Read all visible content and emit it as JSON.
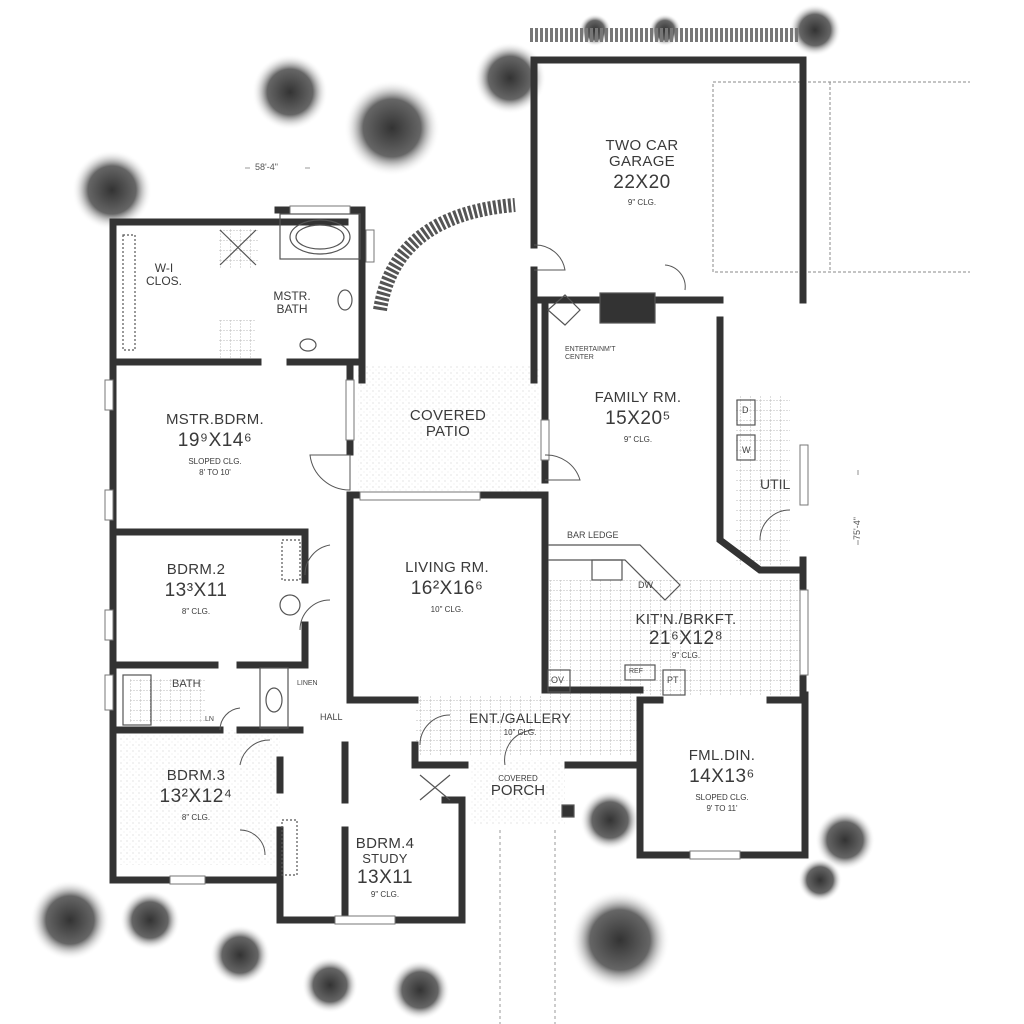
{
  "plan": {
    "overall_width": "58'-4\"",
    "overall_depth": "75'-4\"",
    "rooms": {
      "garage": {
        "name_line1": "TWO CAR",
        "name_line2": "GARAGE",
        "dims": "22X20",
        "ceiling": "9\" CLG."
      },
      "wic": {
        "name_line1": "W-I",
        "name_line2": "CLOS."
      },
      "mstr_bath": {
        "name_line1": "MSTR.",
        "name_line2": "BATH"
      },
      "mstr_bdrm": {
        "name": "MSTR.BDRM.",
        "dims": "19⁹X14⁶",
        "ceiling_line1": "SLOPED CLG.",
        "ceiling_line2": "8' TO 10'"
      },
      "patio": {
        "name_line1": "COVERED",
        "name_line2": "PATIO"
      },
      "family": {
        "name": "FAMILY RM.",
        "dims": "15X20⁵",
        "ceiling": "9\" CLG."
      },
      "entertainment": {
        "line1": "ENTERTAINM'T",
        "line2": "CENTER"
      },
      "util": {
        "name": "UTIL",
        "dryer": "D",
        "washer": "W"
      },
      "bdrm2": {
        "name": "BDRM.2",
        "dims": "13³X11",
        "ceiling": "8\" CLG."
      },
      "living": {
        "name": "LIVING RM.",
        "dims": "16²X16⁶",
        "ceiling": "10\" CLG."
      },
      "kitchen": {
        "name": "KIT'N./BRKFT.",
        "dims": "21⁶X12⁸",
        "ceiling": "9\" CLG.",
        "bar_ledge": "BAR LEDGE",
        "dw": "DW",
        "ov": "OV",
        "ref": "REF",
        "pt": "PT"
      },
      "bath": {
        "name": "BATH",
        "ln": "LN"
      },
      "linen": {
        "name": "LINEN"
      },
      "hall": {
        "name": "HALL"
      },
      "gallery": {
        "name": "ENT./GALLERY",
        "ceiling": "10\" CLG."
      },
      "porch": {
        "name_line1": "COVERED",
        "name_line2": "PORCH"
      },
      "fml_din": {
        "name": "FML.DIN.",
        "dims": "14X13⁶",
        "ceiling_line1": "SLOPED CLG.",
        "ceiling_line2": "9' TO 11'"
      },
      "bdrm3": {
        "name": "BDRM.3",
        "dims": "13²X12⁴",
        "ceiling": "8\" CLG."
      },
      "bdrm4": {
        "name_line1": "BDRM.4",
        "name_line2": "STUDY",
        "dims": "13X11",
        "ceiling": "9\" CLG."
      }
    },
    "colors": {
      "wall": "#333333",
      "line": "#666666",
      "tile": "#bbbbbb",
      "tree": "#444444"
    }
  }
}
